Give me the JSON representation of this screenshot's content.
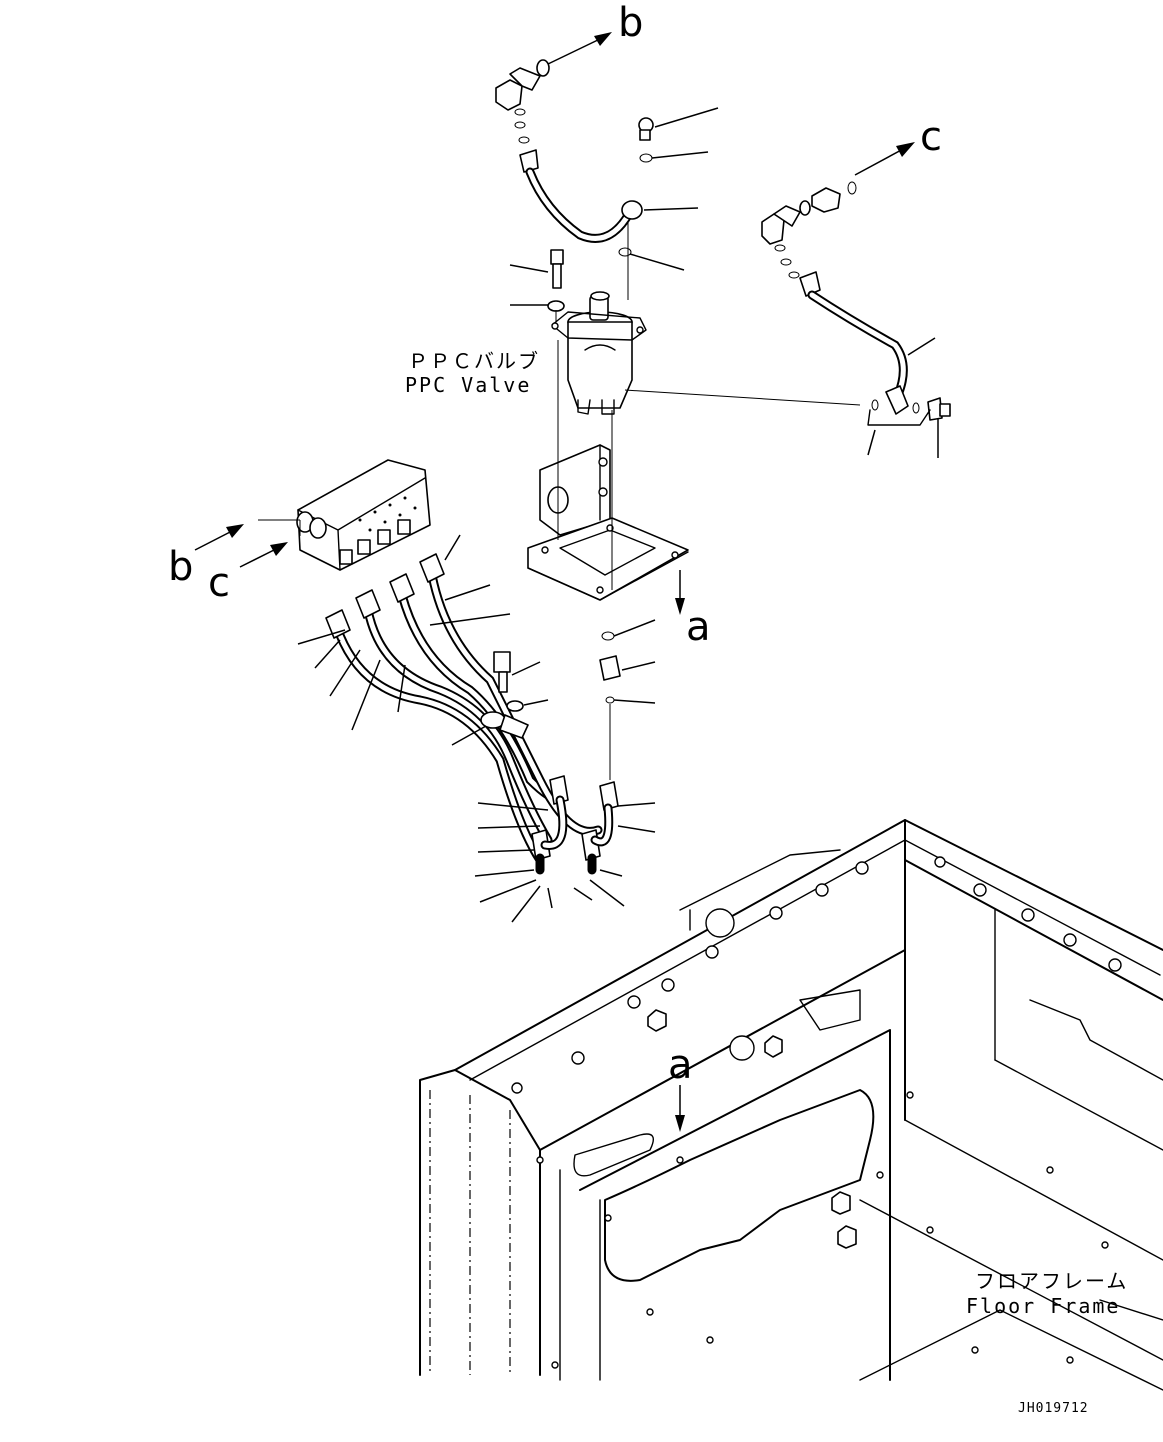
{
  "labels": {
    "ppc_valve_jp": "ＰＰＣバルブ",
    "ppc_valve_en": "PPC Valve",
    "floor_frame_jp": "フロアフレーム",
    "floor_frame_en": "Floor Frame",
    "drawing_number": "JH019712"
  },
  "refs": {
    "b": "b",
    "c": "c",
    "a": "a"
  }
}
